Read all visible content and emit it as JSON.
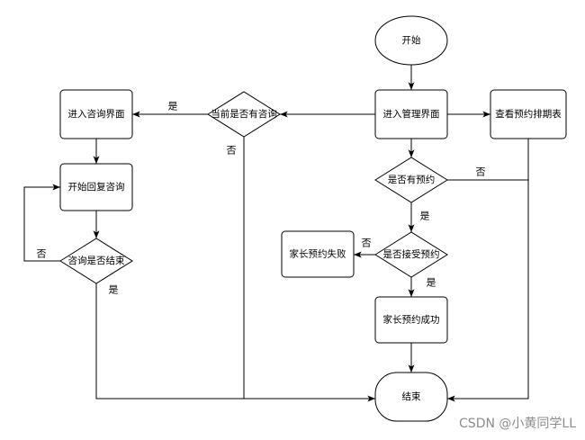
{
  "nodes": {
    "start": "开始",
    "enter_admin": "进入管理界面",
    "view_schedule": "查看预约排期表",
    "has_consult": "当前是否有咨询",
    "enter_consult": "进入咨询界面",
    "reply_consult": "开始回复咨询",
    "consult_ended": "咨询是否结束",
    "has_booking": "是否有预约",
    "accept_booking": "是否接受预约",
    "booking_failed": "家长预约失败",
    "booking_success": "家长预约成功",
    "end": "结束"
  },
  "edge_labels": {
    "has_consult_yes": "是",
    "has_consult_no": "否",
    "has_booking_no": "否",
    "has_booking_yes": "是",
    "accept_booking_no": "否",
    "accept_booking_yes": "是",
    "consult_ended_no": "否",
    "consult_ended_yes": "是"
  },
  "watermark": "CSDN @小黄同学LL",
  "colors": {
    "stroke": "#000000",
    "fill": "#ffffff",
    "text": "#000000",
    "watermark": "#8c8c8c"
  }
}
